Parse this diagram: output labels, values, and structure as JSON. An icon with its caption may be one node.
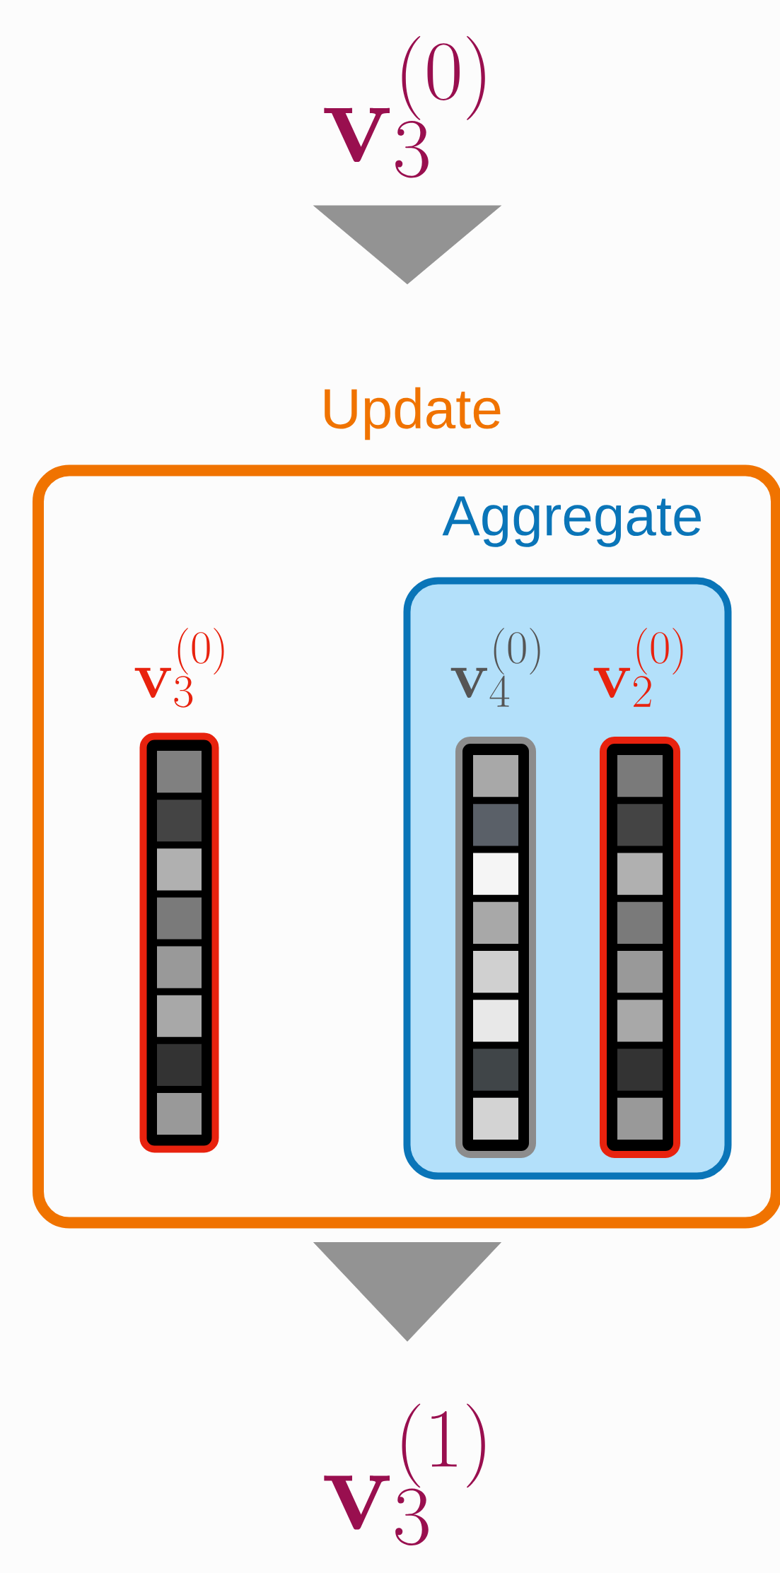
{
  "diagram": {
    "nodes": [
      {
        "text": [
          "\\mathbf{v}_3^{(0)}"
        ]
      },
      {
        "text": [
          "Update"
        ]
      },
      {
        "text": [
          "Aggregate"
        ],
        "in": 1
      },
      {
        "text": [
          "\\mathbf{v}_3^{(0)}"
        ],
        "in": 1
      },
      {
        "text": [
          "\\mathbf{v}_4^{(0)}"
        ],
        "in": 2
      },
      {
        "text": [
          "\\mathbf{v}_2^{(0)}"
        ],
        "in": 2
      },
      {
        "text": [
          "\\mathbf{v}_3^{(1)}"
        ]
      }
    ],
    "edges": [
      {
        "from": 0,
        "to": 1,
        "arrow": "to"
      },
      {
        "from": 1,
        "to": 6,
        "arrow": "to"
      }
    ]
  }
}
